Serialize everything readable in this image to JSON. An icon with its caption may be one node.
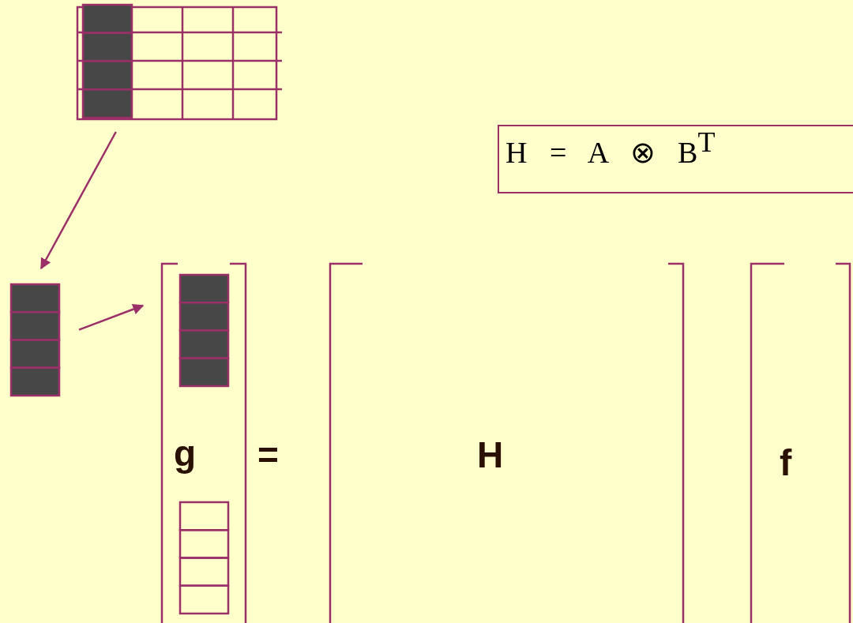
{
  "diagram": {
    "nodes": [
      {
        "text": [],
        "shape": "box"
      },
      {
        "text": [
          "H = A ⊗ B$^{T}$"
        ]
      },
      {
        "text": [],
        "shape": "box"
      },
      {
        "text": [
          "g"
        ]
      },
      {
        "text": [],
        "shape": "box",
        "in": 3
      },
      {
        "text": [],
        "shape": "box",
        "in": 3
      },
      {
        "text": [
          "H"
        ]
      },
      {
        "text": [
          "f"
        ]
      }
    ],
    "edges": [
      {
        "from": 0,
        "to": 2,
        "arrow": "to"
      },
      {
        "from": 2,
        "to": 4,
        "arrow": "to"
      }
    ],
    "labels": [
      "="
    ]
  }
}
